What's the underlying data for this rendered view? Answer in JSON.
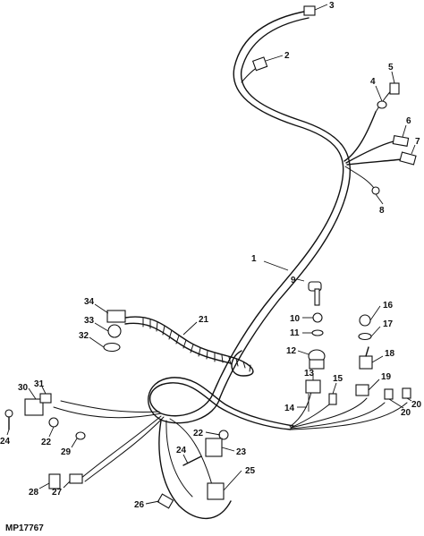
{
  "figure_id": "MP17767",
  "callouts": {
    "c1": "1",
    "c2": "2",
    "c3": "3",
    "c4": "4",
    "c5": "5",
    "c6": "6",
    "c7": "7",
    "c8": "8",
    "c9": "9",
    "c10": "10",
    "c11": "11",
    "c12": "12",
    "c13": "13",
    "c14": "14",
    "c15": "15",
    "c16": "16",
    "c17": "17",
    "c18": "18",
    "c19": "19",
    "c20a": "20",
    "c20b": "20",
    "c21": "21",
    "c22a": "22",
    "c22b": "22",
    "c23": "23",
    "c24a": "24",
    "c24b": "24",
    "c25": "25",
    "c26": "26",
    "c27": "27",
    "c28": "28",
    "c29": "29",
    "c30": "30",
    "c31": "31",
    "c32": "32",
    "c33": "33",
    "c34": "34"
  }
}
